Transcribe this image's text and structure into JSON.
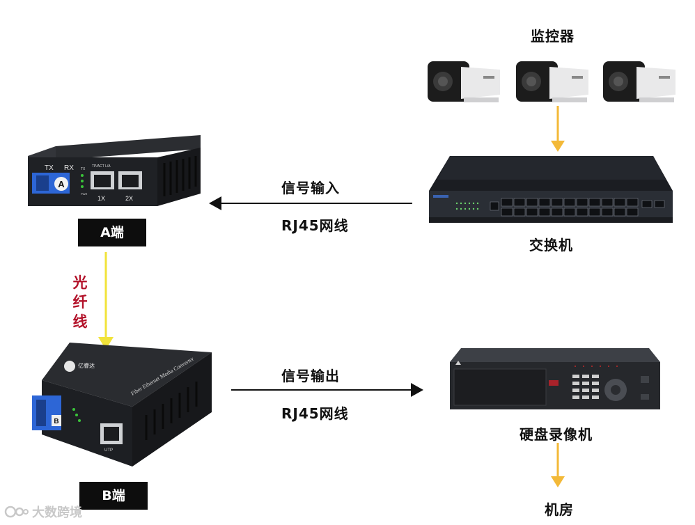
{
  "labels": {
    "cameras": "监控器",
    "switch": "交换机",
    "signal_in": "信号输入",
    "cable_top": "RJ45网线",
    "signal_out": "信号输出",
    "cable_bottom": "RJ45网线",
    "nvr": "硬盘录像机",
    "room": "机房",
    "a_end": "A端",
    "b_end": "B端",
    "fiber": "光纤线"
  },
  "converter_a": {
    "port_tx": "TX",
    "port_rx": "RX",
    "fiber_letter": "A",
    "port_1": "1X",
    "port_2": "2X",
    "led_label": "TX",
    "pwr_label": "PWR",
    "port_status": "TP/ACT   L/A"
  },
  "converter_b": {
    "fiber_letter": "B",
    "brand": "亿睿达",
    "product_line": "Fiber Ethernet Media Converter",
    "utp_label": "UTP"
  },
  "watermark": {
    "text": "大数跨境"
  },
  "colors": {
    "arrow_yellow": "#f3b938",
    "fiber_line": "#f1e33a",
    "fiber_text": "#b3122a",
    "badge_bg": "#0d0d0d"
  }
}
